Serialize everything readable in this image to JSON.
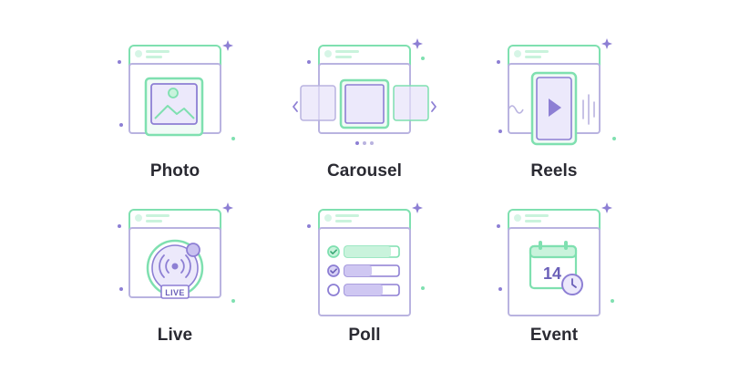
{
  "colors": {
    "green": "#7fe0b0",
    "green_fill": "#c9f3dc",
    "purple": "#8d7fd4",
    "purple_light": "#e7e3fa",
    "frame": "#b9b3e0",
    "text": "#2a2a32"
  },
  "tiles": [
    {
      "label": "Photo",
      "icon": "image-icon"
    },
    {
      "label": "Carousel",
      "icon": "carousel-icon"
    },
    {
      "label": "Reels",
      "icon": "play-icon"
    },
    {
      "label": "Live",
      "icon": "live-broadcast-icon",
      "badge": "LIVE"
    },
    {
      "label": "Poll",
      "icon": "poll-icon"
    },
    {
      "label": "Event",
      "icon": "calendar-icon",
      "date_number": "14"
    }
  ],
  "poll_fill_fractions": [
    0.85,
    0.5,
    0.7
  ]
}
